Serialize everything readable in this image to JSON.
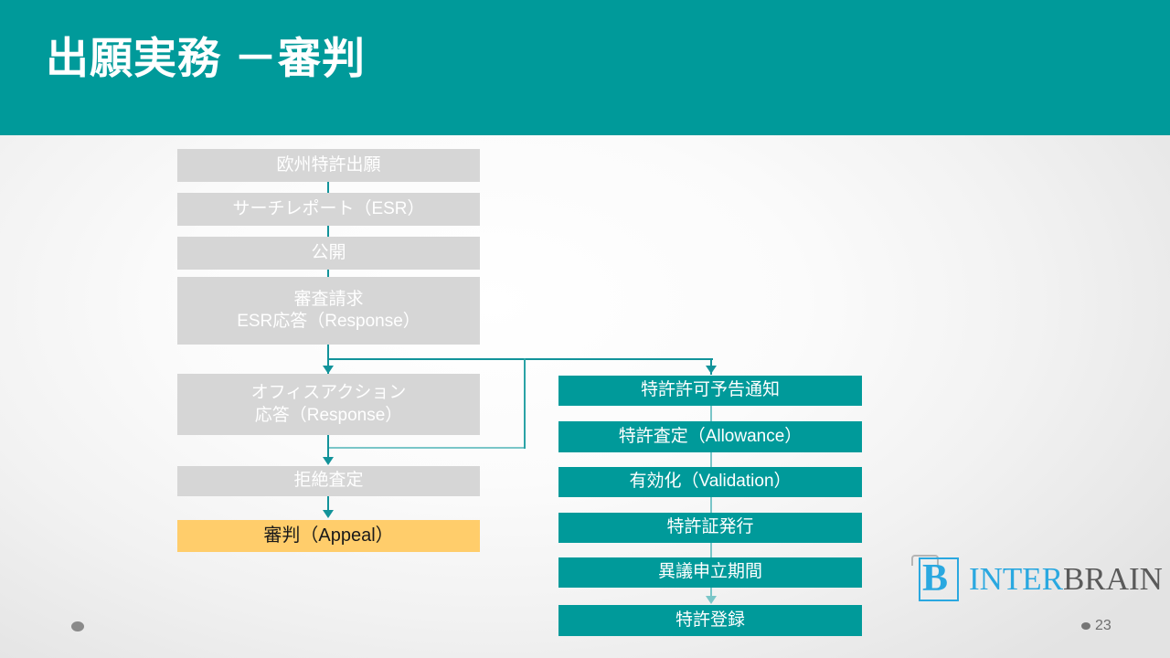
{
  "slide": {
    "title": "出願実務 －審判",
    "page_number": "23",
    "header_color": "#009a9a",
    "accent_teal": "#009a9a",
    "node_gray": "#d6d6d6",
    "node_amber": "#ffcd6b",
    "connector_color": "#12939a"
  },
  "flow": {
    "left_column": [
      {
        "id": "eu-application",
        "lines": [
          "欧州特許出願"
        ],
        "style": "gray"
      },
      {
        "id": "search-report",
        "lines": [
          "サーチレポート（ESR）"
        ],
        "style": "gray"
      },
      {
        "id": "publication",
        "lines": [
          "公開"
        ],
        "style": "gray"
      },
      {
        "id": "examination-request",
        "lines": [
          "審査請求",
          "ESR応答（Response）"
        ],
        "style": "gray"
      },
      {
        "id": "office-action",
        "lines": [
          "オフィスアクション",
          "応答（Response）"
        ],
        "style": "gray"
      },
      {
        "id": "refusal-decision",
        "lines": [
          "拒絶査定"
        ],
        "style": "gray"
      },
      {
        "id": "appeal",
        "lines": [
          "審判（Appeal）"
        ],
        "style": "amber"
      }
    ],
    "right_column": [
      {
        "id": "intention-to-grant",
        "lines": [
          "特許許可予告通知"
        ],
        "style": "teal"
      },
      {
        "id": "allowance",
        "lines": [
          "特許査定（Allowance）"
        ],
        "style": "teal"
      },
      {
        "id": "validation",
        "lines": [
          "有効化（Validation）"
        ],
        "style": "teal"
      },
      {
        "id": "certificate-issue",
        "lines": [
          "特許証発行"
        ],
        "style": "teal"
      },
      {
        "id": "opposition-period",
        "lines": [
          "異議申立期間"
        ],
        "style": "teal"
      },
      {
        "id": "registration",
        "lines": [
          "特許登録"
        ],
        "style": "teal"
      }
    ]
  },
  "logo": {
    "mark_letter": "B",
    "word_first": "INTER",
    "word_second": "BRAIN",
    "color_primary": "#2aa8e0",
    "color_secondary": "#5a5a5a"
  }
}
